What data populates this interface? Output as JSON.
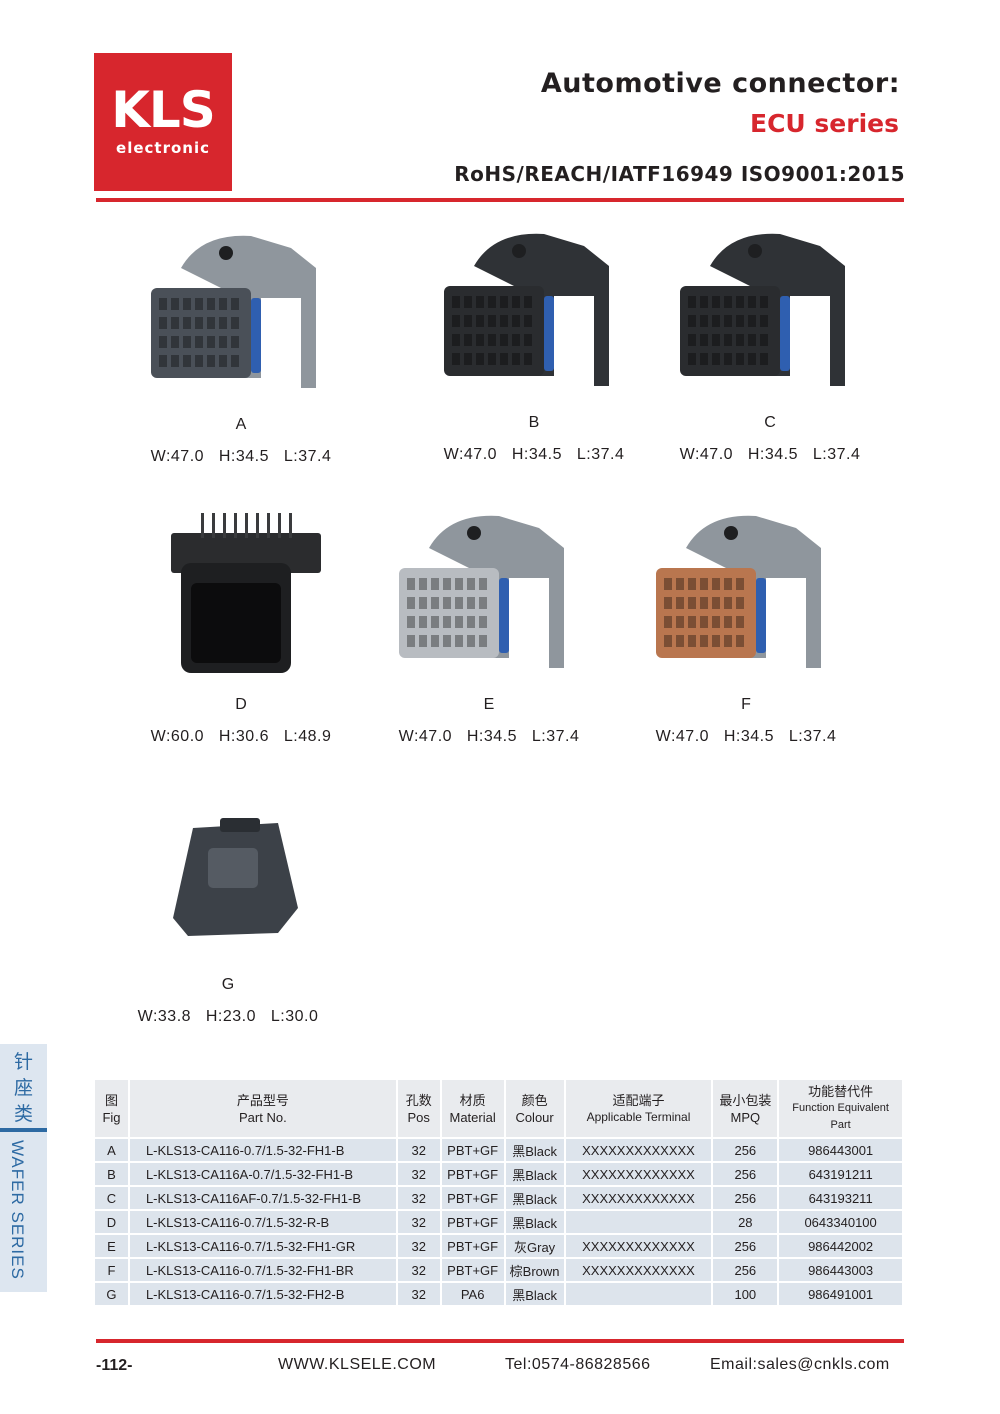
{
  "brand": {
    "logo_text": "KLS",
    "logo_sub": "electronic"
  },
  "header": {
    "title": "Automotive connector:",
    "series": "ECU series",
    "certifications": "RoHS/REACH/IATF16949 ISO9001:2015"
  },
  "products": [
    {
      "letter": "A",
      "dims": "W:47.0   H:34.5   L:37.4",
      "color": "#4a5058",
      "latch": "#8f969d"
    },
    {
      "letter": "B",
      "dims": "W:47.0   H:34.5   L:37.4",
      "color": "#2a2c2f",
      "latch": "#2f3236"
    },
    {
      "letter": "C",
      "dims": "W:47.0   H:34.5   L:37.4",
      "color": "#2a2c2f",
      "latch": "#2f3236"
    },
    {
      "letter": "D",
      "dims": "W:60.0   H:30.6   L:48.9",
      "color": "#1e1f21",
      "latch": "#1e1f21"
    },
    {
      "letter": "E",
      "dims": "W:47.0   H:34.5   L:37.4",
      "color": "#b8bcc1",
      "latch": "#8f969d"
    },
    {
      "letter": "F",
      "dims": "W:47.0   H:34.5   L:37.4",
      "color": "#b9764f",
      "latch": "#8f969d"
    },
    {
      "letter": "G",
      "dims": "W:33.8   H:23.0   L:30.0",
      "color": "#3c4148",
      "latch": "#3c4148"
    }
  ],
  "side_tab": {
    "chinese": [
      "针",
      "座",
      "类"
    ],
    "english": "WAFER SERIES"
  },
  "table": {
    "headers": [
      {
        "cn": "图",
        "en": "Fig"
      },
      {
        "cn": "产品型号",
        "en": "Part No."
      },
      {
        "cn": "孔数",
        "en": "Pos"
      },
      {
        "cn": "材质",
        "en": "Material"
      },
      {
        "cn": "颜色",
        "en": "Colour"
      },
      {
        "cn": "适配端子",
        "en": "Applicable Terminal"
      },
      {
        "cn": "最小包装",
        "en": "MPQ"
      },
      {
        "cn": "功能替代件",
        "en": "Function Equivalent Part"
      }
    ],
    "rows": [
      [
        "A",
        "L-KLS13-CA116-0.7/1.5-32-FH1-B",
        "32",
        "PBT+GF",
        "黑Black",
        "XXXXXXXXXXXXX",
        "256",
        "986443001"
      ],
      [
        "B",
        "L-KLS13-CA116A-0.7/1.5-32-FH1-B",
        "32",
        "PBT+GF",
        "黑Black",
        "XXXXXXXXXXXXX",
        "256",
        "643191211"
      ],
      [
        "C",
        "L-KLS13-CA116AF-0.7/1.5-32-FH1-B",
        "32",
        "PBT+GF",
        "黑Black",
        "XXXXXXXXXXXXX",
        "256",
        "643193211"
      ],
      [
        "D",
        "L-KLS13-CA116-0.7/1.5-32-R-B",
        "32",
        "PBT+GF",
        "黑Black",
        "",
        "28",
        "0643340100"
      ],
      [
        "E",
        "L-KLS13-CA116-0.7/1.5-32-FH1-GR",
        "32",
        "PBT+GF",
        "灰Gray",
        "XXXXXXXXXXXXX",
        "256",
        "986442002"
      ],
      [
        "F",
        "L-KLS13-CA116-0.7/1.5-32-FH1-BR",
        "32",
        "PBT+GF",
        "棕Brown",
        "XXXXXXXXXXXXX",
        "256",
        "986443003"
      ],
      [
        "G",
        "L-KLS13-CA116-0.7/1.5-32-FH2-B",
        "32",
        "PA6",
        "黑Black",
        "",
        "100",
        "986491001"
      ]
    ]
  },
  "footer": {
    "page": "-112-",
    "website": "WWW.KLSELE.COM",
    "tel": "Tel:0574-86828566",
    "email": "Email:sales@cnkls.com"
  }
}
